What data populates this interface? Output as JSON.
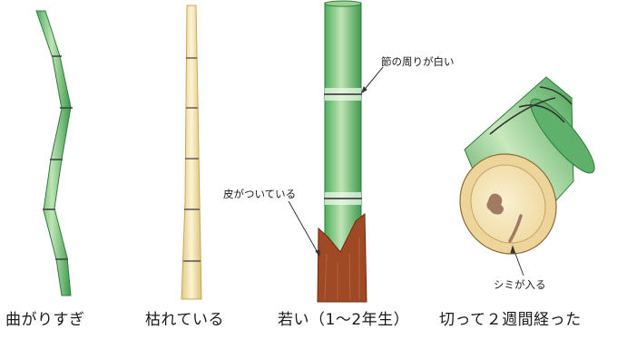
{
  "colors": {
    "green_dark": "#3f9a4e",
    "green_light": "#cfe9c5",
    "dry_dark": "#e7cf8c",
    "dry_light": "#fbf3d2",
    "bark": "#a04a25",
    "stain": "#a07a62",
    "node": "#444444"
  },
  "captions": {
    "bent": "曲がりすぎ",
    "withered": "枯れている",
    "young": "若い（1〜2年生）",
    "cut_two_weeks": "切って２週間経った"
  },
  "annotations": {
    "white_nodes": "節の周りが白い",
    "bark_attached": "皮がついている",
    "stain": "シミが入る"
  }
}
